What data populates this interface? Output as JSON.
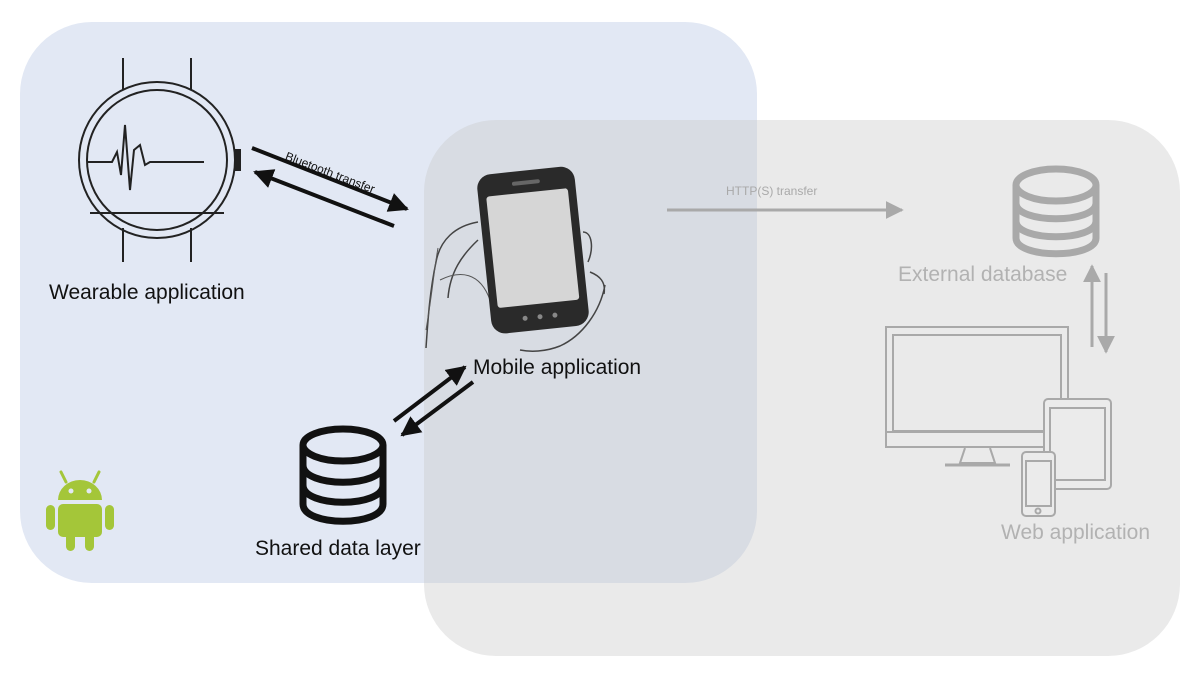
{
  "labels": {
    "wearable": "Wearable application",
    "mobile": "Mobile application",
    "shared": "Shared data layer",
    "external_db": "External database",
    "web": "Web application",
    "bluetooth": "Bluetooth transfer",
    "http": "HTTP(S) transfer"
  },
  "icons": {
    "watch": "smartwatch-icon",
    "phone": "hand-holding-phone-icon",
    "shared_db": "database-icon",
    "external_db": "database-icon",
    "web_devices": "monitor-tablet-phone-icon",
    "platform": "android-logo-icon"
  },
  "colors": {
    "android_region": "#e2e8f4",
    "server_region": "#d2d2d2",
    "dark_stroke": "#111111",
    "grey_stroke": "#a9a9a9",
    "grey_text": "#b2b2b2",
    "android_green": "#a4c639"
  }
}
